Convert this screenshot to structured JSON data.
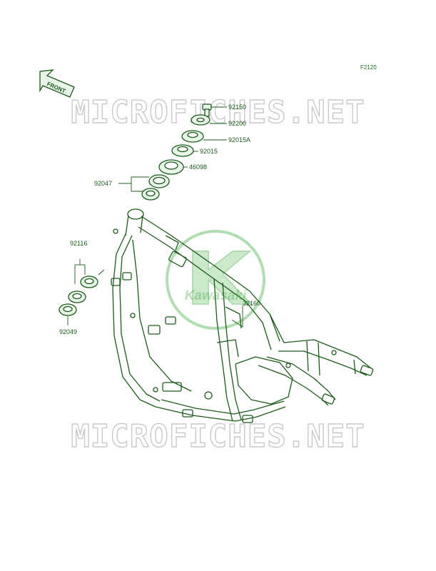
{
  "diagram": {
    "reference_code": "F2120",
    "front_arrow_label": "FRONT",
    "watermark_text": "MICROFICHES.NET",
    "brand_logo_text": "Kawasaki",
    "colors": {
      "line": "#1b5a1b",
      "part_fill": "#e9f5e9",
      "watermark_outline": "#c9c9c9",
      "logo": "#56b356"
    },
    "parts": {
      "p92150": "92150",
      "p92200": "92200",
      "p92015a": "92015A",
      "p92015": "92015",
      "p46098": "46098",
      "p92047": "92047",
      "p92116": "92116",
      "p92049": "92049",
      "p32160": "32160"
    }
  }
}
